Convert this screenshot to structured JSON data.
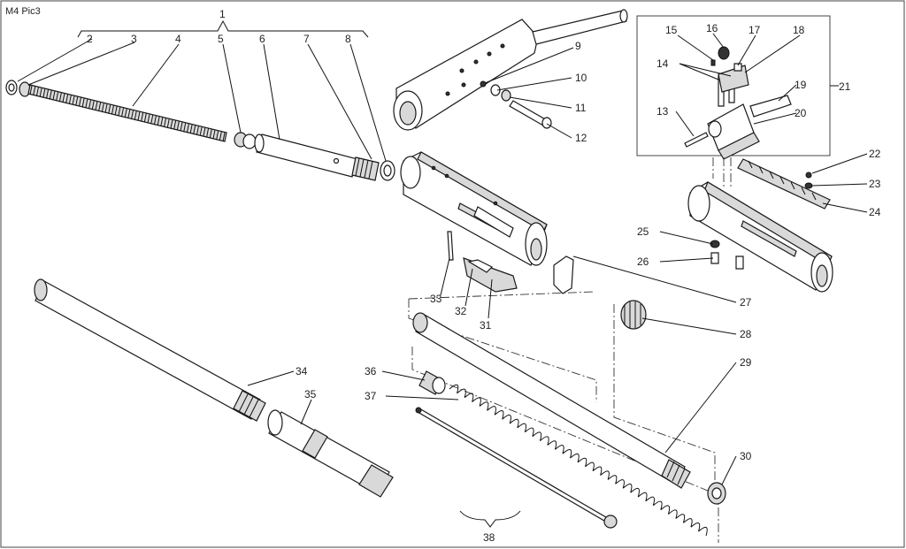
{
  "figure": {
    "title": "M4 Pic3",
    "callouts": [
      "1",
      "2",
      "3",
      "4",
      "5",
      "6",
      "7",
      "8",
      "9",
      "10",
      "11",
      "12",
      "13",
      "14",
      "15",
      "16",
      "17",
      "18",
      "19",
      "20",
      "21",
      "22",
      "23",
      "24",
      "25",
      "26",
      "27",
      "28",
      "29",
      "30",
      "31",
      "32",
      "33",
      "34",
      "35",
      "36",
      "37",
      "38"
    ]
  }
}
